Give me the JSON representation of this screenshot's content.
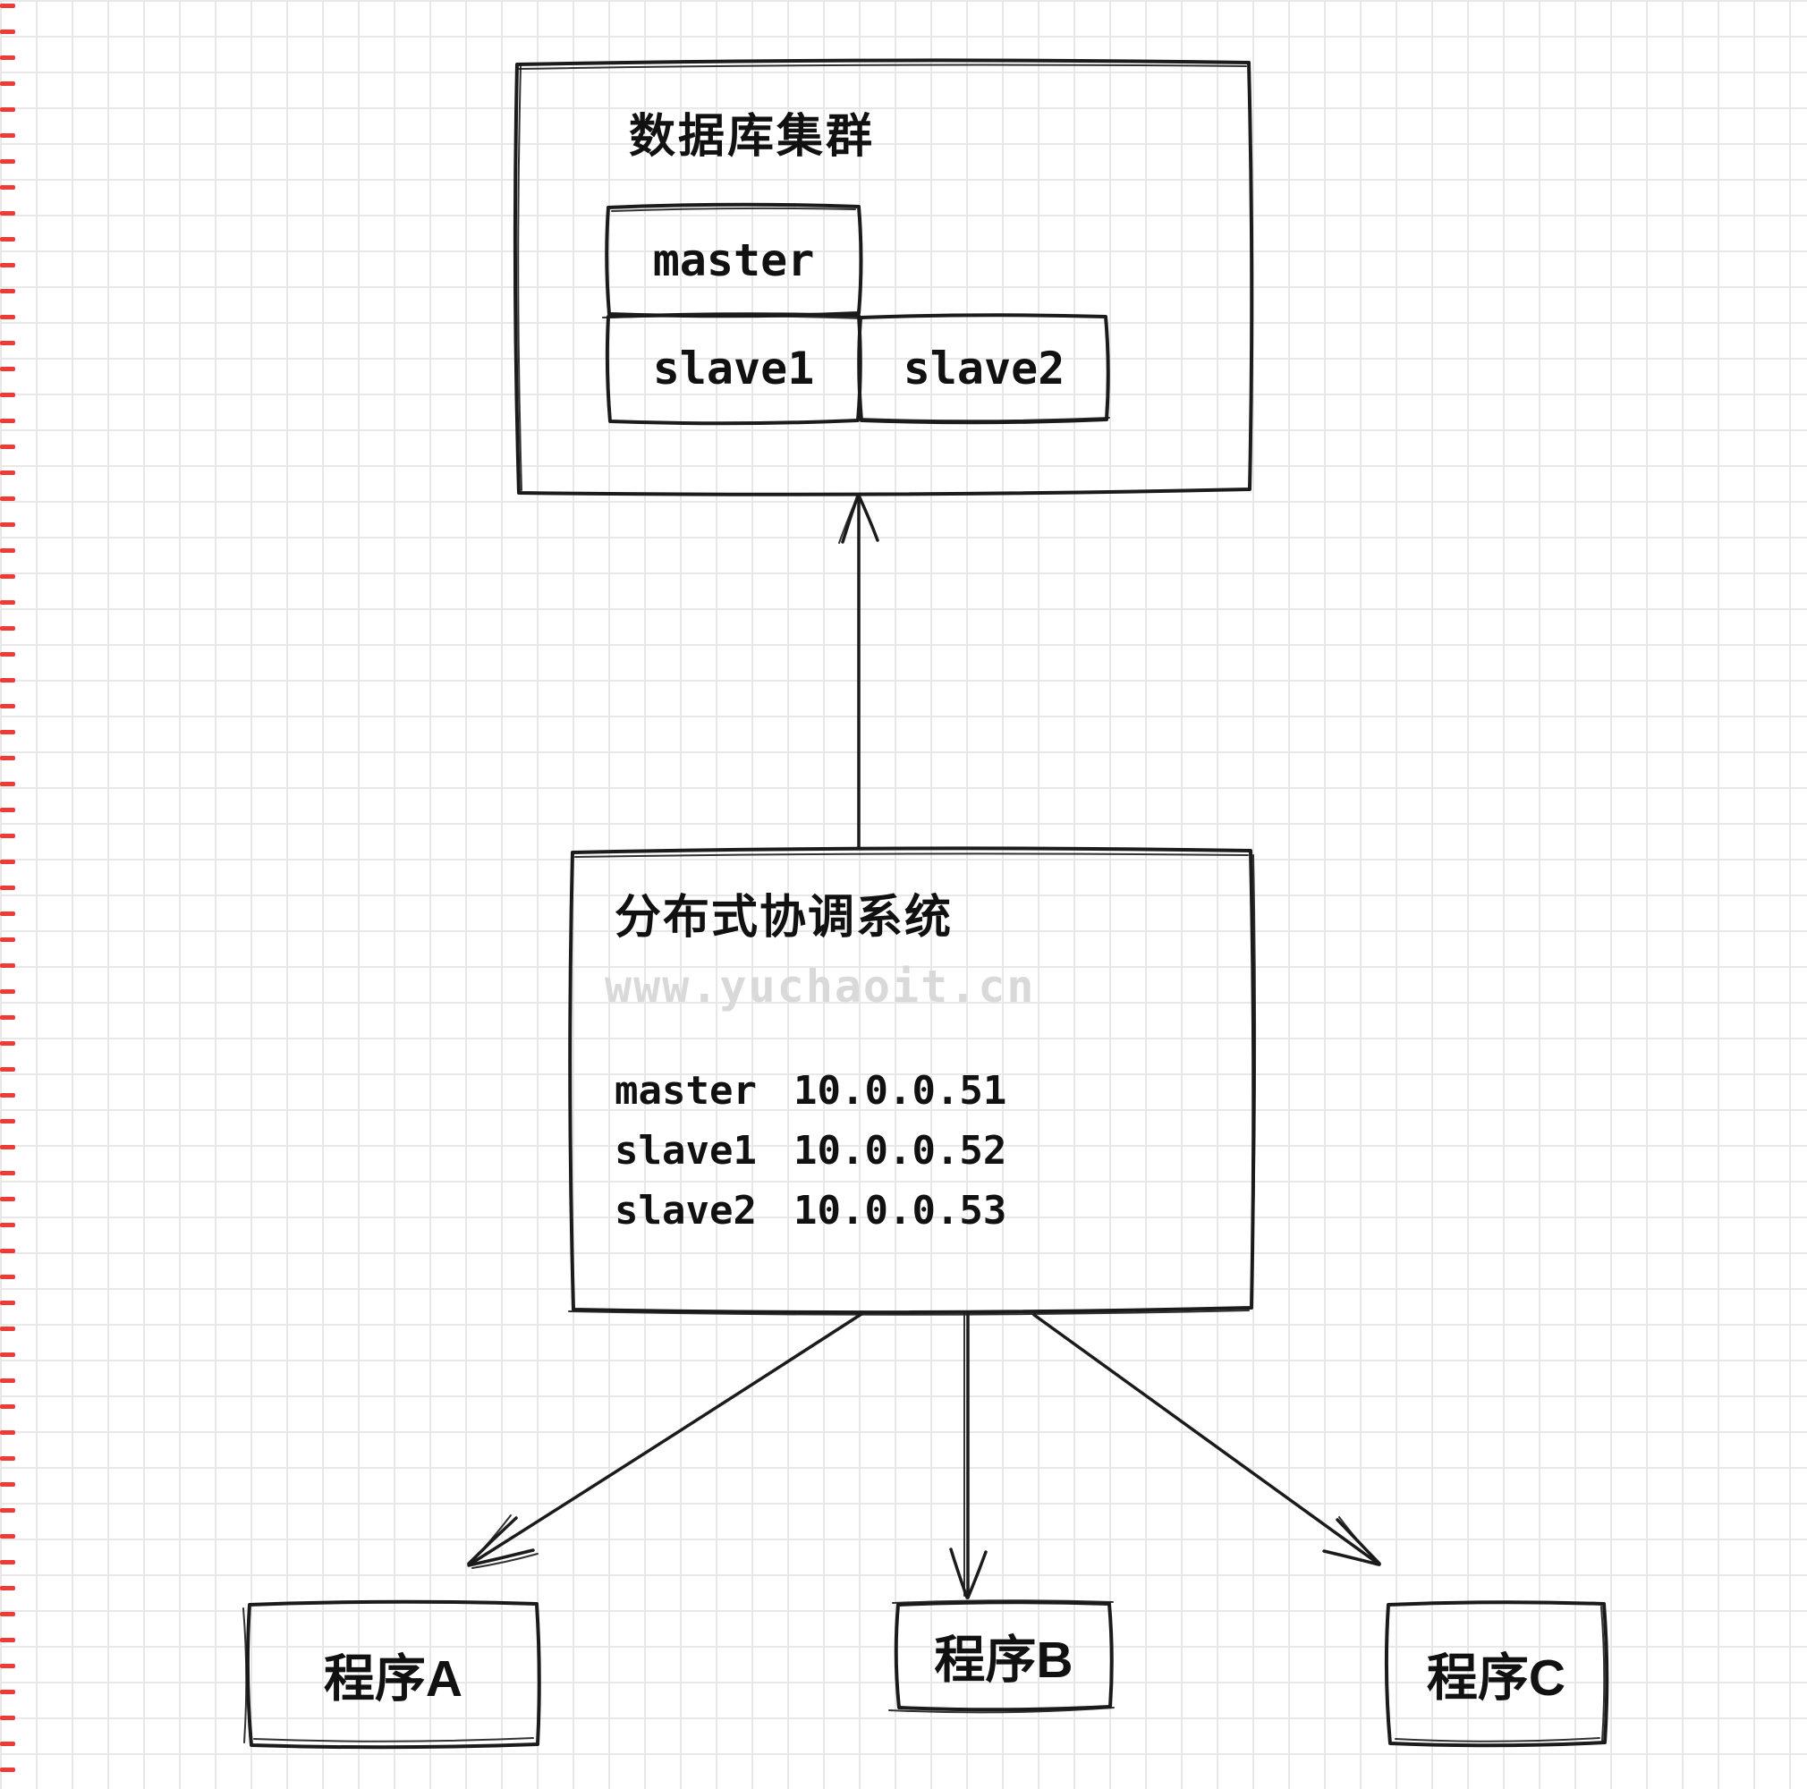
{
  "diagram": {
    "db_cluster": {
      "title": "数据库集群",
      "nodes": {
        "master": "master",
        "slave1": "slave1",
        "slave2": "slave2"
      }
    },
    "coordinator": {
      "title": "分布式协调系统",
      "watermark": "www.yuchaoit.cn",
      "hosts": [
        {
          "name": "master",
          "ip": "10.0.0.51"
        },
        {
          "name": "slave1",
          "ip": "10.0.0.52"
        },
        {
          "name": "slave2",
          "ip": "10.0.0.53"
        }
      ]
    },
    "programs": [
      {
        "label": "程序A"
      },
      {
        "label": "程序B"
      },
      {
        "label": "程序C"
      }
    ]
  },
  "colors": {
    "background": "#ffffff",
    "grid": "#e8e8e8",
    "stroke": "#1b1b1b",
    "watermark": "#d9d9d9",
    "edge_ticks": "#ef3b36"
  },
  "decor": {
    "left_edge_tick_count": 69,
    "left_edge_tick_spacing": 29
  }
}
